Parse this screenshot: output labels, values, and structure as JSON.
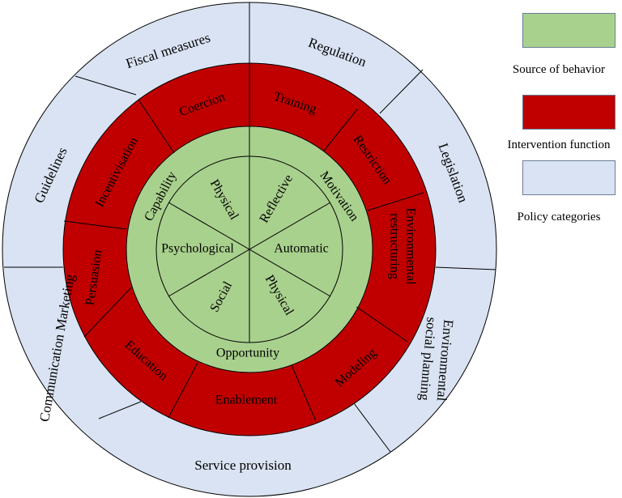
{
  "colors": {
    "source": "#a9d18e",
    "intervention": "#c00000",
    "policy": "#dae3f3",
    "stroke": "#000000"
  },
  "wheel": {
    "policy_categories": [
      "Regulation",
      "Legislation",
      "Environmental social planning",
      "Service provision",
      "Communication Marketing",
      "Guidelines",
      "Fiscal measures"
    ],
    "intervention_functions": [
      "Training",
      "Restriction",
      "Environmental restructuring",
      "Modeling",
      "Enablement",
      "Education",
      "Persuasion",
      "Incentivisation",
      "Coercion"
    ],
    "sources": [
      "Capability",
      "Motivation",
      "Opportunity"
    ],
    "components": [
      "Reflective",
      "Automatic",
      "Physical",
      "Social",
      "Psychological",
      "Physical"
    ]
  },
  "legend": [
    {
      "label": "Source of behavior",
      "color": "#a9d18e"
    },
    {
      "label": "Intervention function",
      "color": "#c00000"
    },
    {
      "label": "Policy categories",
      "color": "#dae3f3"
    }
  ]
}
